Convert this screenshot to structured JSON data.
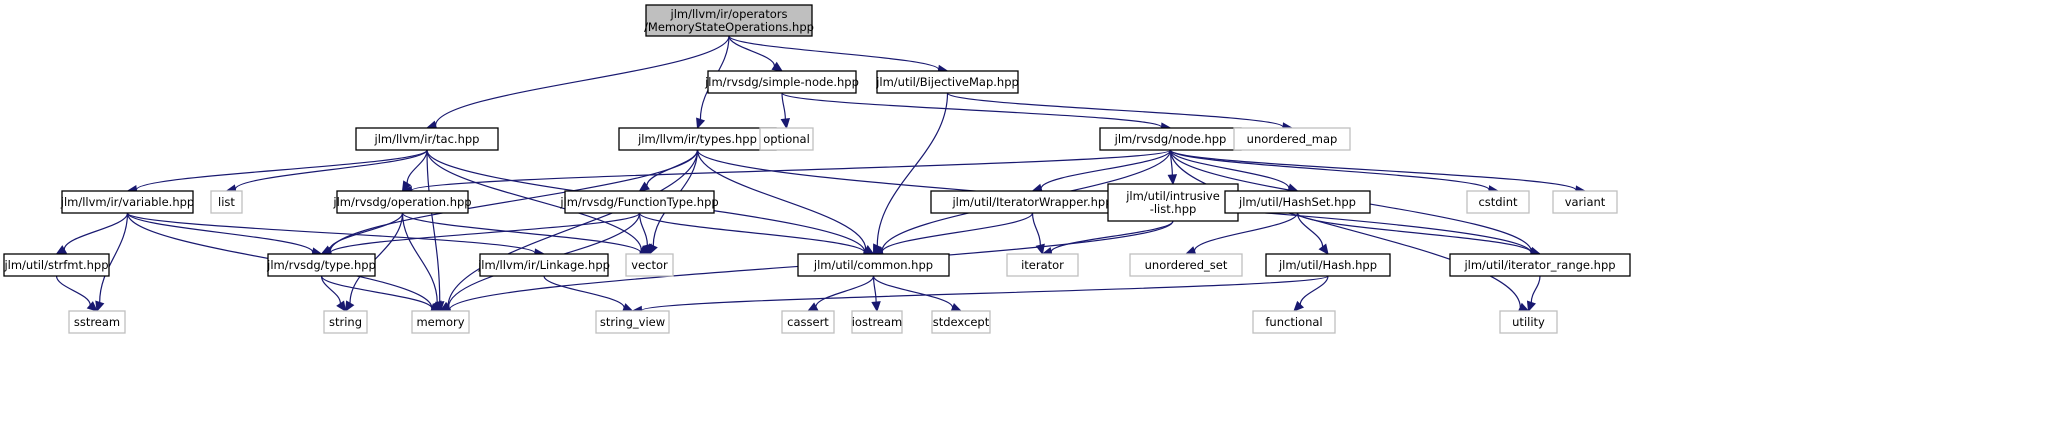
{
  "title": "Include dependency graph for MemoryStateOperations.hpp",
  "colors": {
    "edge": "#191970",
    "root_fill": "#bfbfbf",
    "system_border": "#bfbfbf",
    "local_border": "#000000"
  },
  "nodes": [
    {
      "id": "root",
      "lines": [
        "jlm/llvm/ir/operators",
        "/MemoryStateOperations.hpp"
      ],
      "kind": "root"
    },
    {
      "id": "simple_node",
      "lines": [
        "jlm/rvsdg/simple-node.hpp"
      ],
      "kind": "local"
    },
    {
      "id": "bijective",
      "lines": [
        "jlm/util/BijectiveMap.hpp"
      ],
      "kind": "local"
    },
    {
      "id": "tac",
      "lines": [
        "jlm/llvm/ir/tac.hpp"
      ],
      "kind": "local"
    },
    {
      "id": "types",
      "lines": [
        "jlm/llvm/ir/types.hpp"
      ],
      "kind": "local"
    },
    {
      "id": "optional",
      "lines": [
        "optional"
      ],
      "kind": "system"
    },
    {
      "id": "node",
      "lines": [
        "jlm/rvsdg/node.hpp"
      ],
      "kind": "local"
    },
    {
      "id": "unordered_map",
      "lines": [
        "unordered_map"
      ],
      "kind": "system"
    },
    {
      "id": "variable",
      "lines": [
        "jlm/llvm/ir/variable.hpp"
      ],
      "kind": "local"
    },
    {
      "id": "list",
      "lines": [
        "list"
      ],
      "kind": "system"
    },
    {
      "id": "operation",
      "lines": [
        "jlm/rvsdg/operation.hpp"
      ],
      "kind": "local"
    },
    {
      "id": "functiontype",
      "lines": [
        "jlm/rvsdg/FunctionType.hpp"
      ],
      "kind": "local"
    },
    {
      "id": "iterwrapper",
      "lines": [
        "jlm/util/IteratorWrapper.hpp"
      ],
      "kind": "local"
    },
    {
      "id": "intrusive",
      "lines": [
        "jlm/util/intrusive",
        "-list.hpp"
      ],
      "kind": "local"
    },
    {
      "id": "hashset",
      "lines": [
        "jlm/util/HashSet.hpp"
      ],
      "kind": "local"
    },
    {
      "id": "cstdint",
      "lines": [
        "cstdint"
      ],
      "kind": "system"
    },
    {
      "id": "variant",
      "lines": [
        "variant"
      ],
      "kind": "system"
    },
    {
      "id": "strfmt",
      "lines": [
        "jlm/util/strfmt.hpp"
      ],
      "kind": "local"
    },
    {
      "id": "rtype",
      "lines": [
        "jlm/rvsdg/type.hpp"
      ],
      "kind": "local"
    },
    {
      "id": "linkage",
      "lines": [
        "jlm/llvm/ir/Linkage.hpp"
      ],
      "kind": "local"
    },
    {
      "id": "vector",
      "lines": [
        "vector"
      ],
      "kind": "system"
    },
    {
      "id": "common",
      "lines": [
        "jlm/util/common.hpp"
      ],
      "kind": "local"
    },
    {
      "id": "iterator",
      "lines": [
        "iterator"
      ],
      "kind": "system"
    },
    {
      "id": "unordered_set",
      "lines": [
        "unordered_set"
      ],
      "kind": "system"
    },
    {
      "id": "hash",
      "lines": [
        "jlm/util/Hash.hpp"
      ],
      "kind": "local"
    },
    {
      "id": "iterrange",
      "lines": [
        "jlm/util/iterator_range.hpp"
      ],
      "kind": "local"
    },
    {
      "id": "sstream",
      "lines": [
        "sstream"
      ],
      "kind": "system"
    },
    {
      "id": "string",
      "lines": [
        "string"
      ],
      "kind": "system"
    },
    {
      "id": "memory",
      "lines": [
        "memory"
      ],
      "kind": "system"
    },
    {
      "id": "string_view",
      "lines": [
        "string_view"
      ],
      "kind": "system"
    },
    {
      "id": "cassert",
      "lines": [
        "cassert"
      ],
      "kind": "system"
    },
    {
      "id": "iostream",
      "lines": [
        "iostream"
      ],
      "kind": "system"
    },
    {
      "id": "stdexcept",
      "lines": [
        "stdexcept"
      ],
      "kind": "system"
    },
    {
      "id": "functional",
      "lines": [
        "functional"
      ],
      "kind": "system"
    },
    {
      "id": "utility",
      "lines": [
        "utility"
      ],
      "kind": "system"
    }
  ],
  "edges": [
    [
      "root",
      "tac"
    ],
    [
      "root",
      "types"
    ],
    [
      "root",
      "simple_node"
    ],
    [
      "root",
      "bijective"
    ],
    [
      "simple_node",
      "optional"
    ],
    [
      "simple_node",
      "node"
    ],
    [
      "bijective",
      "unordered_map"
    ],
    [
      "bijective",
      "common"
    ],
    [
      "tac",
      "variable"
    ],
    [
      "tac",
      "list"
    ],
    [
      "tac",
      "operation"
    ],
    [
      "tac",
      "memory"
    ],
    [
      "tac",
      "vector"
    ],
    [
      "tac",
      "common"
    ],
    [
      "types",
      "functiontype"
    ],
    [
      "types",
      "rtype"
    ],
    [
      "types",
      "vector"
    ],
    [
      "types",
      "memory"
    ],
    [
      "types",
      "common"
    ],
    [
      "types",
      "iterrange"
    ],
    [
      "node",
      "operation"
    ],
    [
      "node",
      "common"
    ],
    [
      "node",
      "iterwrapper"
    ],
    [
      "node",
      "intrusive"
    ],
    [
      "node",
      "hashset"
    ],
    [
      "node",
      "cstdint"
    ],
    [
      "node",
      "variant"
    ],
    [
      "node",
      "iterrange"
    ],
    [
      "node",
      "utility"
    ],
    [
      "variable",
      "strfmt"
    ],
    [
      "variable",
      "sstream"
    ],
    [
      "variable",
      "rtype"
    ],
    [
      "variable",
      "linkage"
    ],
    [
      "variable",
      "memory"
    ],
    [
      "operation",
      "rtype"
    ],
    [
      "operation",
      "string"
    ],
    [
      "operation",
      "memory"
    ],
    [
      "operation",
      "vector"
    ],
    [
      "functiontype",
      "rtype"
    ],
    [
      "functiontype",
      "vector"
    ],
    [
      "functiontype",
      "memory"
    ],
    [
      "functiontype",
      "common"
    ],
    [
      "iterwrapper",
      "common"
    ],
    [
      "iterwrapper",
      "iterator"
    ],
    [
      "intrusive",
      "iterator"
    ],
    [
      "intrusive",
      "memory"
    ],
    [
      "hashset",
      "unordered_set"
    ],
    [
      "hashset",
      "hash"
    ],
    [
      "hashset",
      "iterrange"
    ],
    [
      "strfmt",
      "sstream"
    ],
    [
      "rtype",
      "string"
    ],
    [
      "rtype",
      "memory"
    ],
    [
      "linkage",
      "string_view"
    ],
    [
      "common",
      "cassert"
    ],
    [
      "common",
      "iostream"
    ],
    [
      "common",
      "stdexcept"
    ],
    [
      "hash",
      "functional"
    ],
    [
      "hash",
      "string_view"
    ],
    [
      "iterrange",
      "utility"
    ]
  ]
}
